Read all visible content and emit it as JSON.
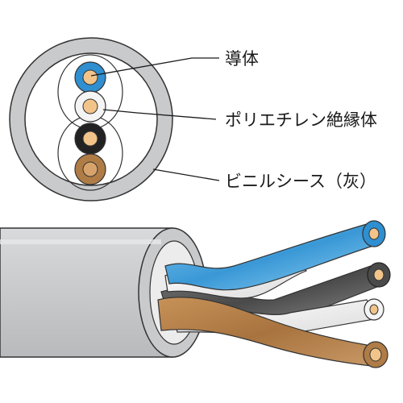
{
  "labels": {
    "conductor": "導体",
    "insulation": "ポリエチレン絶縁体",
    "sheath": "ビニルシース（灰）"
  },
  "colors": {
    "sheath_gray": "#c9cacc",
    "sheath_inner": "#ececec",
    "blue": "#2f8fd0",
    "black": "#222222",
    "white_wire": "#f4f4f4",
    "brown": "#b07c46",
    "copper": "#f2c48a"
  },
  "cores": [
    {
      "name": "blue-core",
      "color": "blue"
    },
    {
      "name": "white-core",
      "color": "white"
    },
    {
      "name": "black-core",
      "color": "black"
    },
    {
      "name": "brown-core",
      "color": "brown"
    }
  ]
}
